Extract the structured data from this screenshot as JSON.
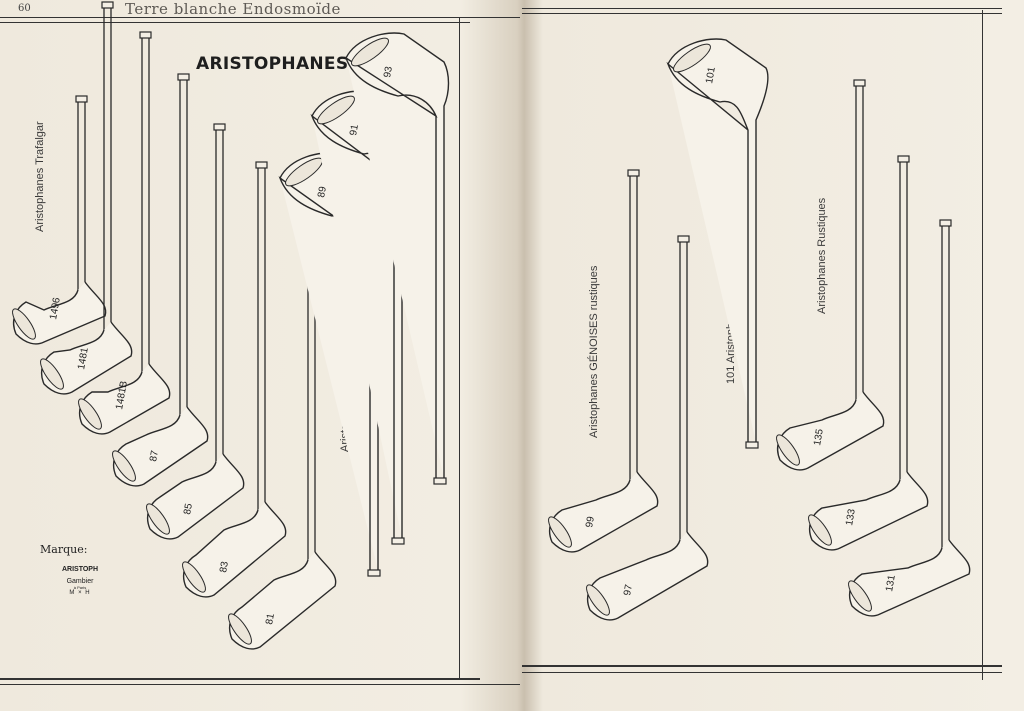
{
  "left_page": {
    "page_number": "60",
    "running_head": "Terre blanche Endosmoïde",
    "section_title": "ARISTOPHANES",
    "labels": {
      "trafalgar": "Aristophanes Trafalgar",
      "formes_bois": "Aristophanes Formes Bois"
    },
    "marque": {
      "title": "Marque:",
      "brand": "ARISTOPH",
      "maker": "Gambier",
      "place": "à Paris",
      "initials": "M × H"
    },
    "pipe_numbers": [
      "1496",
      "1481",
      "1481B",
      "87",
      "85",
      "83",
      "81",
      "89",
      "91",
      "93"
    ]
  },
  "right_page": {
    "labels": {
      "genoises": "Aristophanes GÉNOISES rustiques",
      "angulaire": "101 Aristophane Angulaire",
      "rustiques": "Aristophanes Rustiques"
    },
    "pipe_numbers": [
      "99",
      "97",
      "101",
      "135",
      "133",
      "131"
    ]
  }
}
